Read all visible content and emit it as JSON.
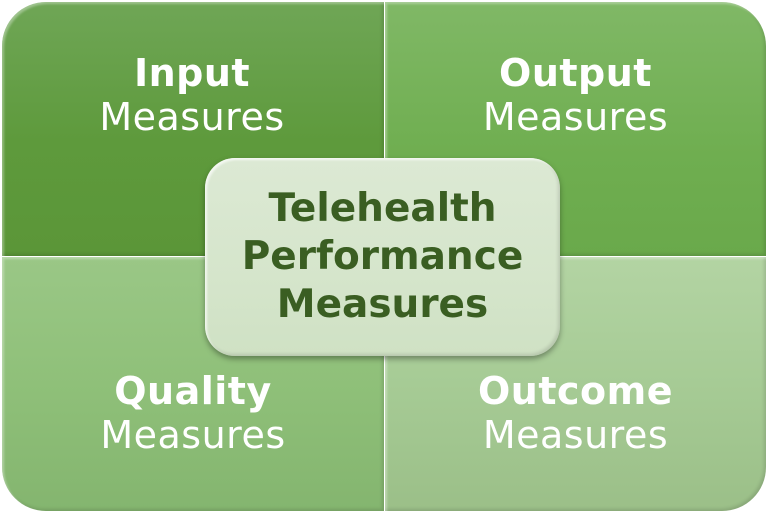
{
  "diagram": {
    "center": {
      "lines": [
        "Telehealth",
        "Performance",
        "Measures"
      ],
      "text_color": "#3a5e22",
      "background": "#d5e5cb"
    },
    "quadrants": [
      {
        "position": "top-left",
        "title": "Input",
        "subtitle": "Measures",
        "color": "#5e9a3c"
      },
      {
        "position": "top-right",
        "title": "Output",
        "subtitle": "Measures",
        "color": "#6fae50"
      },
      {
        "position": "bottom-left",
        "title": "Quality",
        "subtitle": "Measures",
        "color": "#8fc079"
      },
      {
        "position": "bottom-right",
        "title": "Outcome",
        "subtitle": "Measures",
        "color": "#a6cb95"
      }
    ]
  }
}
